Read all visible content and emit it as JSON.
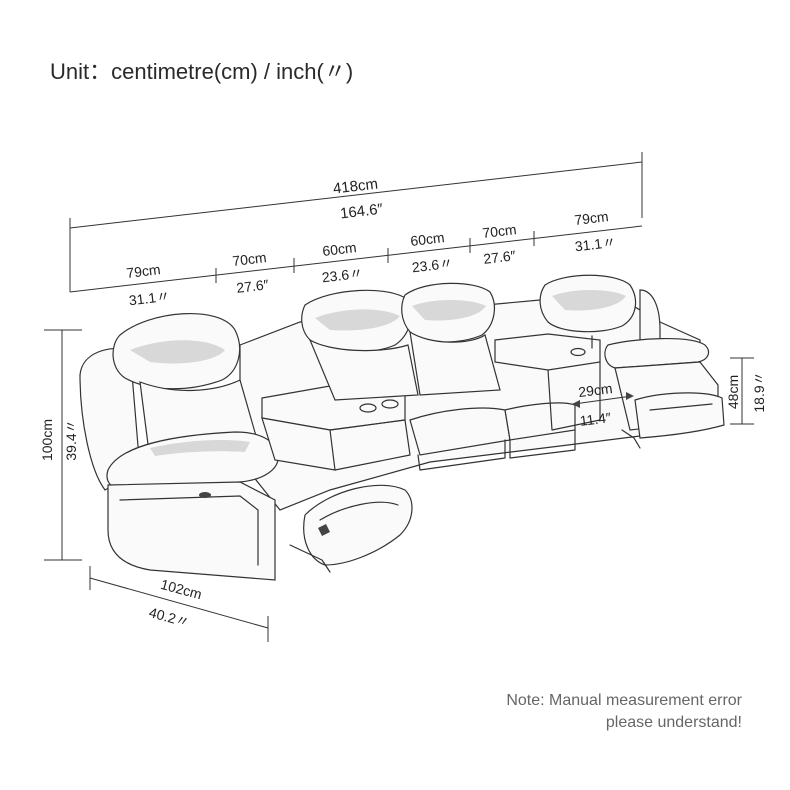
{
  "header": {
    "unit_label": "Unit：centimetre(cm) / inch(〃)"
  },
  "dimensions": {
    "total_width": {
      "cm": "418cm",
      "inch": "164.6″"
    },
    "segments": [
      {
        "cm": "79cm",
        "inch": "31.1〃"
      },
      {
        "cm": "70cm",
        "inch": "27.6″"
      },
      {
        "cm": "60cm",
        "inch": "23.6〃"
      },
      {
        "cm": "60cm",
        "inch": "23.6〃"
      },
      {
        "cm": "70cm",
        "inch": "27.6″"
      },
      {
        "cm": "79cm",
        "inch": "31.1〃"
      }
    ],
    "height": {
      "cm": "100cm",
      "inch": "39.4〃"
    },
    "depth": {
      "cm": "102cm",
      "inch": "40.2〃"
    },
    "seat_height": {
      "cm": "48cm",
      "inch": "18.9〃"
    },
    "console_width": {
      "cm": "29cm",
      "inch": "11.4″"
    }
  },
  "note": {
    "line1": "Note: Manual measurement error",
    "line2": "please understand!"
  }
}
